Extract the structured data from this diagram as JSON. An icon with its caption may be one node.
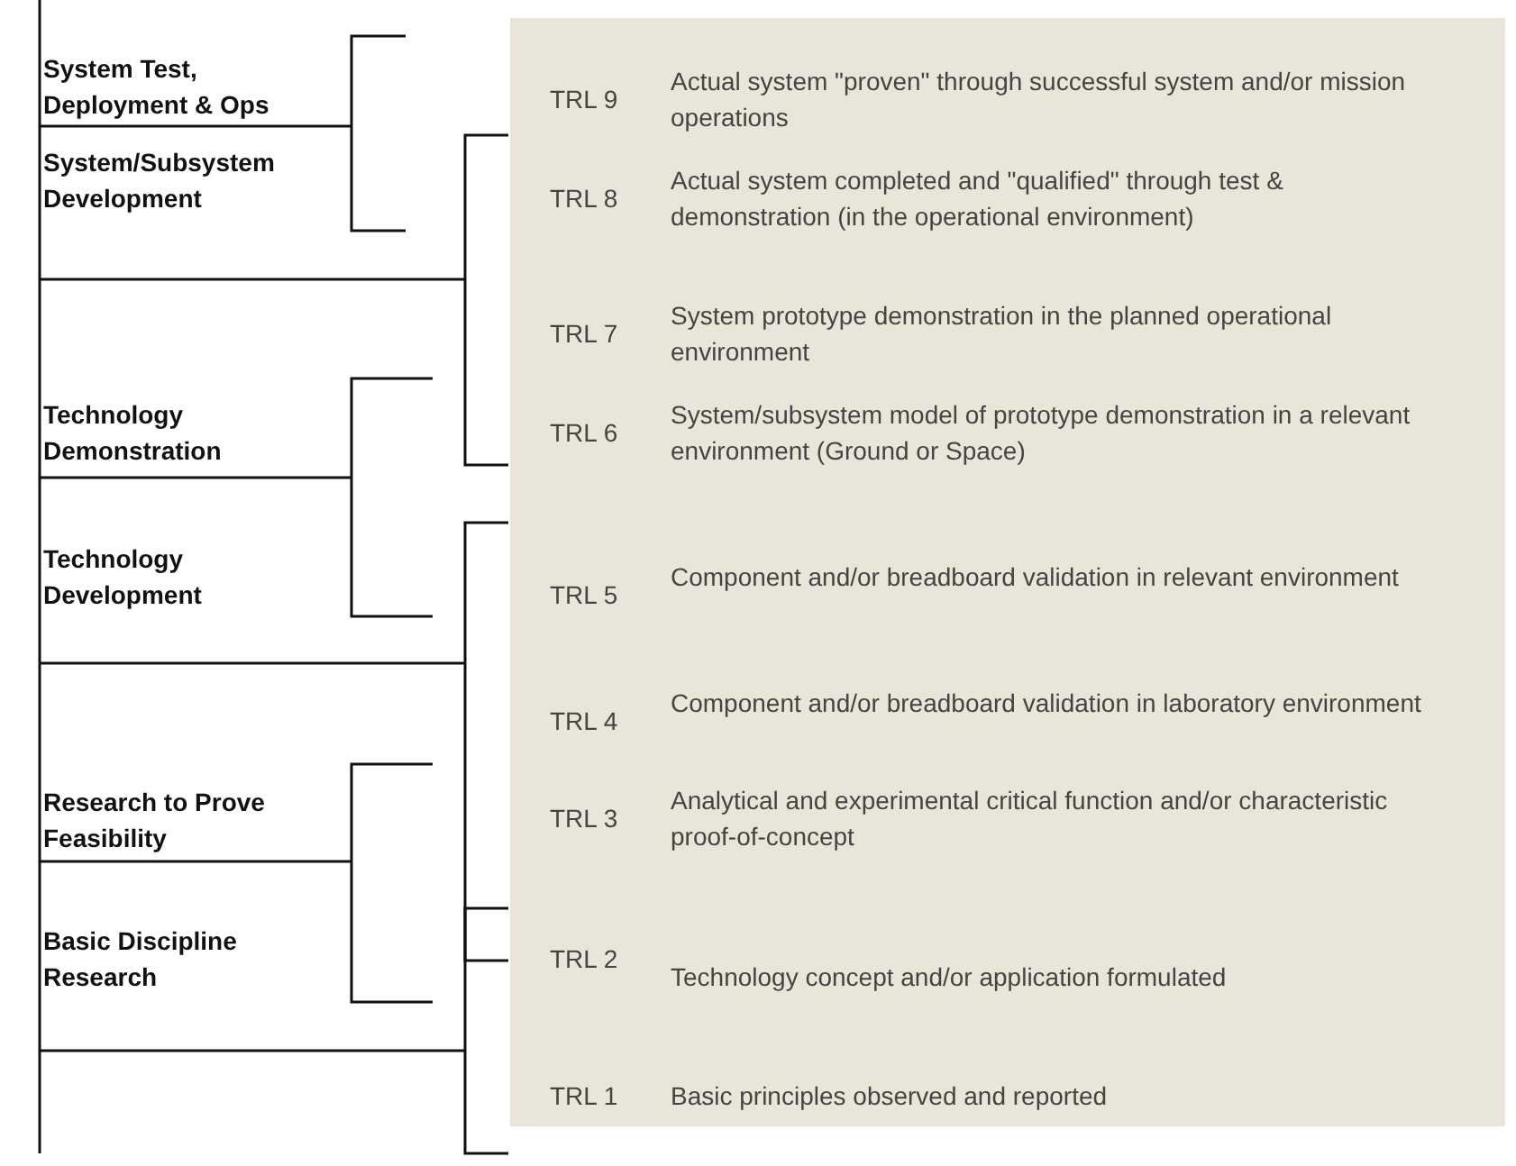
{
  "diagram": {
    "labels": [
      "System Test, Deployment & Ops",
      "System/Subsystem Development",
      "Technology Demonstration",
      "Technology Development",
      "Research to Prove Feasibility",
      "Basic Discipline Research",
      "TRL 9",
      "Actual system \"proven\" through successful system and/or mission operations",
      "TRL 8",
      "Actual system completed and \"qualified\" through test & demonstration (in the operational environment)",
      "TRL 7",
      "System prototype demonstration in the planned operational environment",
      "TRL 6",
      "System/subsystem model of prototype demonstration in a relevant environment (Ground or Space)",
      "TRL 5",
      "Component and/or breadboard validation in relevant environment",
      "TRL 4",
      "Component and/or breadboard validation in laboratory environment",
      "TRL 3",
      "Analytical and experimental critical function and/or characteristic proof-of-concept",
      "TRL 2",
      "Technology concept and/or application formulated",
      "TRL 1",
      "Basic principles observed and reported"
    ]
  }
}
